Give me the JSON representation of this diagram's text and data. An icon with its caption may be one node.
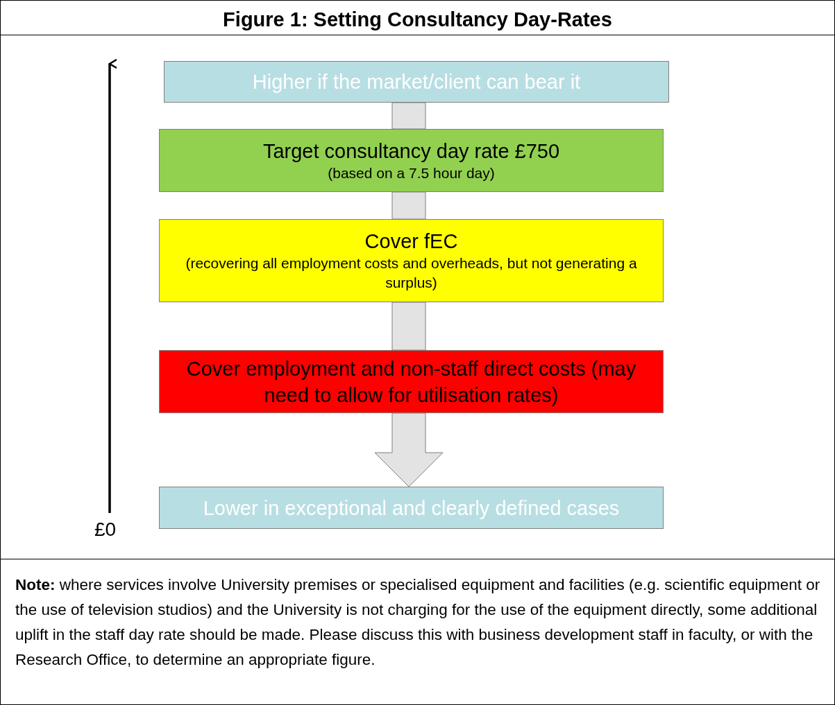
{
  "diagram": {
    "title": "Figure 1: Setting Consultancy Day-Rates",
    "nodes": [
      {
        "text": [
          "Higher if the market/client can bear it"
        ]
      },
      {
        "text": [
          "Target consultancy day rate £750",
          "(based on a 7.5 hour day)"
        ]
      },
      {
        "text": [
          "Cover fEC",
          "(recovering all employment costs and overheads, but not generating a surplus)"
        ]
      },
      {
        "text": [
          "Cover employment and non-staff direct costs (may need to allow for utilisation rates)"
        ]
      },
      {
        "text": [
          "Lower in exceptional and clearly defined cases"
        ]
      }
    ],
    "edges": [
      {
        "from": 0,
        "to": 1,
        "arrow": "none"
      },
      {
        "from": 1,
        "to": 2,
        "arrow": "none"
      },
      {
        "from": 2,
        "to": 3,
        "arrow": "none"
      },
      {
        "from": 3,
        "to": 4,
        "arrow": "to"
      }
    ],
    "labels": [
      "£0",
      "**Note:** where services involve University premises or specialised equipment and facilities (e.g. scientific equipment or the use of television studios) and the University is not charging for the use of the equipment directly, some additional uplift in the staff day rate should be made. Please discuss this with business development staff in faculty, or with the Research Office, to determine an appropriate figure."
    ]
  }
}
